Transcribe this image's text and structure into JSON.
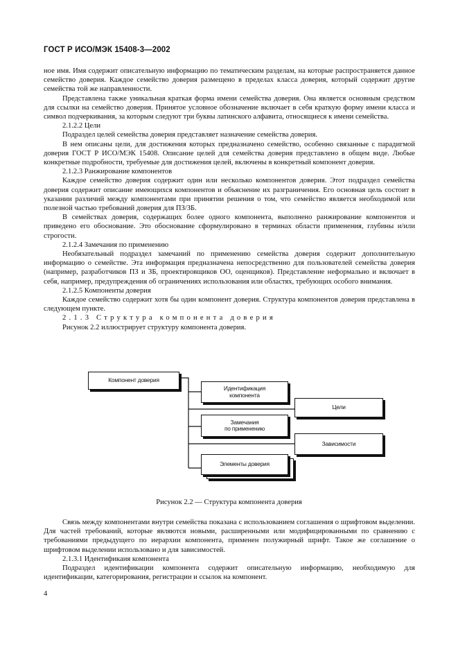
{
  "header": {
    "standard": "ГОСТ Р ИСО/МЭК 15408-3—2002"
  },
  "block1": [
    {
      "style": "plain",
      "text": "ное имя. Имя содержит описательную информацию по тематическим разделам, на которые распространяется данное семейство доверия. Каждое семейство доверия размещено в пределах класса доверия, который содержит другие семейства той же направленности."
    },
    {
      "style": "ind",
      "text": "Представлена также уникальная краткая форма имени семейства доверия. Она является основным средством для ссылки на семейство доверия. Принятое условное обозначение включает в себя краткую форму имени класса и символ подчеркивания, за которым следуют три буквы латинского алфавита, относящиеся к имени семейства."
    },
    {
      "style": "sect",
      "text": "2.1.2.2 Цели"
    },
    {
      "style": "ind",
      "text": "Подраздел целей семейства доверия представляет назначение семейства доверия."
    },
    {
      "style": "ind",
      "text": "В нем описаны цели, для достижения которых предназначено семейство, особенно связанные с парадигмой доверия ГОСТ Р ИСО/МЭК 15408. Описание целей для семейства доверия представлено в общем виде. Любые конкретные подробности, требуемые для достижения целей, включены в конкретный компонент доверия."
    },
    {
      "style": "sect",
      "text": "2.1.2.3 Ранжирование компонентов"
    },
    {
      "style": "ind",
      "text": "Каждое семейство доверия содержит один или несколько компонентов доверия. Этот подраздел семейства доверия содержит описание имеющихся компонентов и объяснение их разграничения. Его основная цель состоит в указании различий между компонентами при принятии решения о том, что семейство является необходимой или полезной частью требований доверия для ПЗ/ЗБ."
    },
    {
      "style": "ind",
      "text": "В семействах доверия, содержащих более одного компонента, выполнено ранжирование компонентов и приведено его обоснование. Это обоснование сформулировано в терминах области применения, глубины и/или строгости."
    },
    {
      "style": "sect",
      "text": "2.1.2.4 Замечания по применению"
    },
    {
      "style": "ind",
      "text": "Необязательный подраздел замечаний по применению семейства доверия содержит дополнительную информацию о семействе. Эта информация предназначена непосредственно для пользователей семейства доверия (например, разработчиков ПЗ и ЗБ, проектировщиков ОО, оценщиков). Представление неформально и включает в себя, например, предупреждения об ограничениях использования или областях, требующих особого внимания."
    },
    {
      "style": "sect",
      "text": "2.1.2.5 Компоненты доверия"
    },
    {
      "style": "ind",
      "text": "Каждое семейство содержит хотя бы один компонент доверия. Структура компонентов доверия представлена в следующем пункте."
    },
    {
      "style": "sect spaced",
      "text": "2.1.3 Структура компонента доверия"
    },
    {
      "style": "ind",
      "text": "Рисунок 2.2 иллюстрирует структуру компонента доверия."
    }
  ],
  "diagram": {
    "main": "Компонент доверия",
    "identification_line1": "Идентификация",
    "identification_line2": "компонента",
    "goals": "Цели",
    "notes_line1": "Замечания",
    "notes_line2": "по применению",
    "dependencies": "Зависимости",
    "elements": "Элементы доверия"
  },
  "caption": "Рисунок 2.2 — Структура компонента доверия",
  "block2": [
    {
      "style": "ind",
      "text": "Связь между компонентами внутри семейства показана с использованием соглашения о шрифтовом выделении. Для частей требований, которые являются новыми, расширенными или модифицированными по сравнению с требованиями предыдущего по иерархии компонента, применен полужирный шрифт. Такое же соглашение о шрифтовом выделении использовано и для зависимостей."
    },
    {
      "style": "sect",
      "text": "2.1.3.1 Идентификаия компонента"
    },
    {
      "style": "ind",
      "text": "Подраздел идентификации компонента содержит описательную информацию, необходимую для идентификации, категорирования, регистрации и ссылок на компонент."
    }
  ],
  "page_number": "4"
}
